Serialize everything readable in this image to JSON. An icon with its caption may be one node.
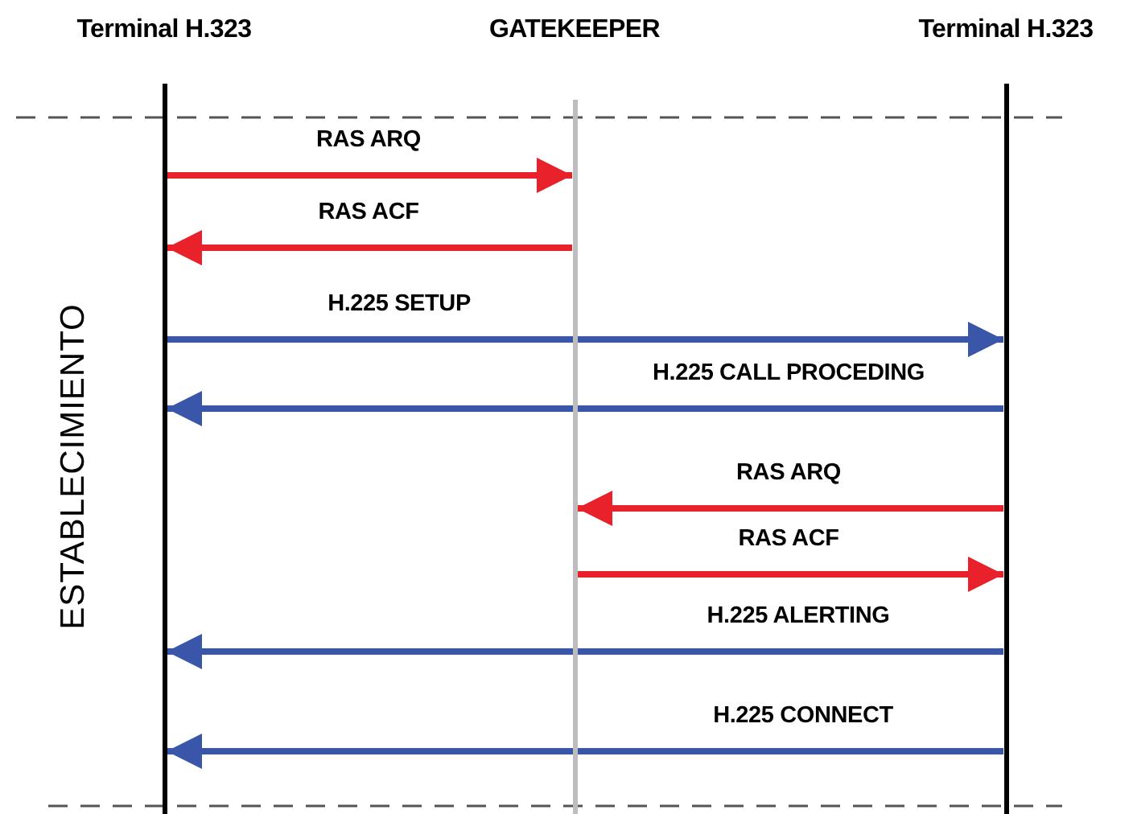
{
  "diagram": {
    "nodes": [
      {
        "text": [
          "Terminal H.323"
        ]
      },
      {
        "text": [
          "GATEKEEPER"
        ]
      },
      {
        "text": [
          "Terminal H.323"
        ]
      }
    ],
    "edges": [
      {
        "from": 0,
        "to": 1,
        "arrow": "to",
        "label": "RAS ARQ",
        "color": "#e8212a"
      },
      {
        "from": 1,
        "to": 0,
        "arrow": "to",
        "label": "RAS ACF",
        "color": "#e8212a"
      },
      {
        "from": 0,
        "to": 2,
        "arrow": "to",
        "label": "H.225 SETUP",
        "color": "#3a56a8"
      },
      {
        "from": 2,
        "to": 0,
        "arrow": "to",
        "label": "H.225 CALL PROCEDING",
        "color": "#3a56a8"
      },
      {
        "from": 2,
        "to": 1,
        "arrow": "to",
        "label": "RAS ARQ",
        "color": "#e8212a"
      },
      {
        "from": 1,
        "to": 2,
        "arrow": "to",
        "label": "RAS ACF",
        "color": "#e8212a"
      },
      {
        "from": 2,
        "to": 0,
        "arrow": "to",
        "label": "H.225 ALERTING",
        "color": "#3a56a8"
      },
      {
        "from": 2,
        "to": 0,
        "arrow": "to",
        "label": "H.225 CONNECT",
        "color": "#3a56a8"
      }
    ],
    "labels": [
      "ESTABLECIMIENTO"
    ]
  }
}
